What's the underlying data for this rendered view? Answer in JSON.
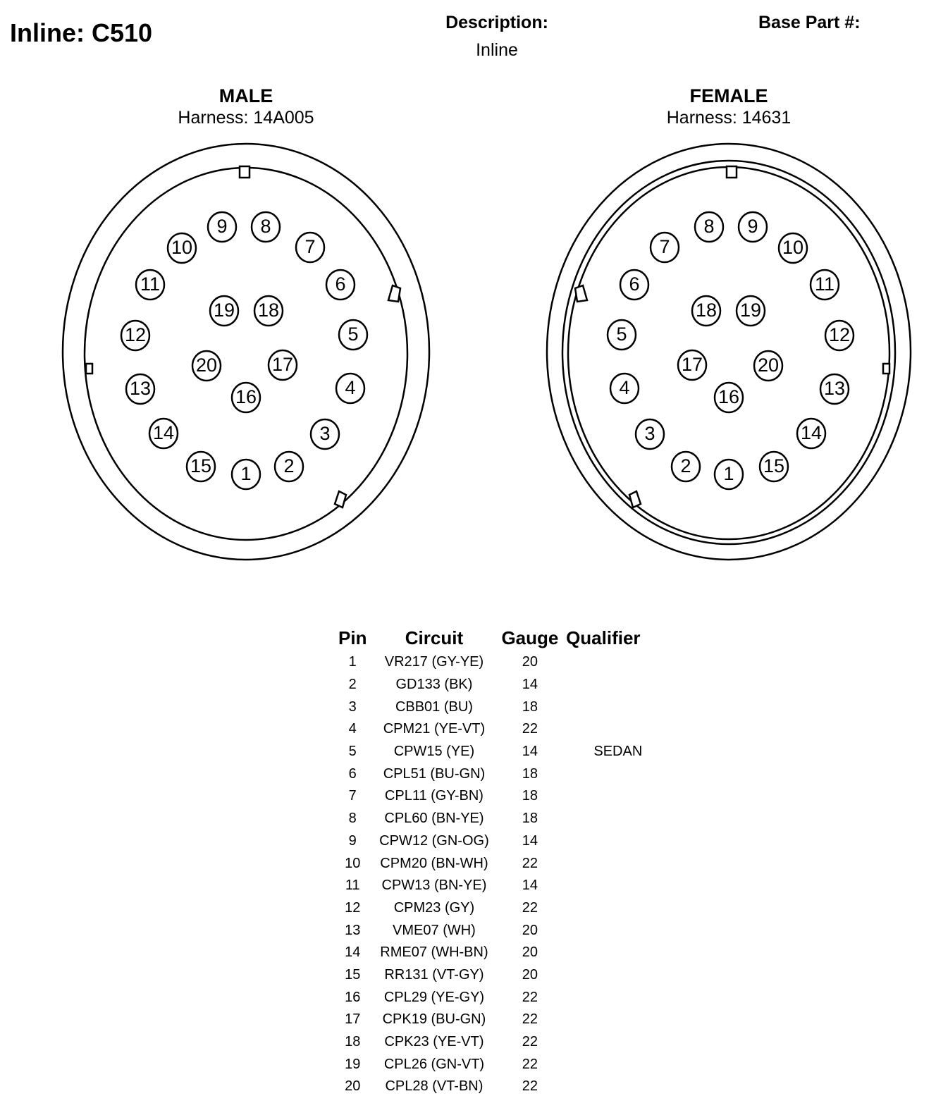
{
  "header": {
    "title": "Inline: C510",
    "description_label": "Description:",
    "description_value": "Inline",
    "base_part_label": "Base Part #:"
  },
  "connectors": [
    {
      "id": "male",
      "name": "MALE",
      "harness": "Harness: 14A005",
      "pins": [
        "1",
        "2",
        "3",
        "4",
        "5",
        "6",
        "7",
        "8",
        "9",
        "10",
        "11",
        "12",
        "13",
        "14",
        "15",
        "16",
        "17",
        "18",
        "19",
        "20"
      ]
    },
    {
      "id": "female",
      "name": "FEMALE",
      "harness": "Harness: 14631",
      "pins": [
        "1",
        "2",
        "3",
        "4",
        "5",
        "6",
        "7",
        "8",
        "9",
        "10",
        "11",
        "12",
        "13",
        "14",
        "15",
        "16",
        "17",
        "18",
        "19",
        "20"
      ]
    }
  ],
  "pin_table": {
    "columns": [
      "Pin",
      "Circuit",
      "Gauge",
      "Qualifier"
    ],
    "rows": [
      {
        "pin": "1",
        "circuit": "VR217 (GY-YE)",
        "gauge": "20",
        "qualifier": ""
      },
      {
        "pin": "2",
        "circuit": "GD133 (BK)",
        "gauge": "14",
        "qualifier": ""
      },
      {
        "pin": "3",
        "circuit": "CBB01 (BU)",
        "gauge": "18",
        "qualifier": ""
      },
      {
        "pin": "4",
        "circuit": "CPM21 (YE-VT)",
        "gauge": "22",
        "qualifier": ""
      },
      {
        "pin": "5",
        "circuit": "CPW15 (YE)",
        "gauge": "14",
        "qualifier": "SEDAN"
      },
      {
        "pin": "6",
        "circuit": "CPL51 (BU-GN)",
        "gauge": "18",
        "qualifier": ""
      },
      {
        "pin": "7",
        "circuit": "CPL11 (GY-BN)",
        "gauge": "18",
        "qualifier": ""
      },
      {
        "pin": "8",
        "circuit": "CPL60 (BN-YE)",
        "gauge": "18",
        "qualifier": ""
      },
      {
        "pin": "9",
        "circuit": "CPW12 (GN-OG)",
        "gauge": "14",
        "qualifier": ""
      },
      {
        "pin": "10",
        "circuit": "CPM20 (BN-WH)",
        "gauge": "22",
        "qualifier": ""
      },
      {
        "pin": "11",
        "circuit": "CPW13 (BN-YE)",
        "gauge": "14",
        "qualifier": ""
      },
      {
        "pin": "12",
        "circuit": "CPM23 (GY)",
        "gauge": "22",
        "qualifier": ""
      },
      {
        "pin": "13",
        "circuit": "VME07 (WH)",
        "gauge": "20",
        "qualifier": ""
      },
      {
        "pin": "14",
        "circuit": "RME07 (WH-BN)",
        "gauge": "20",
        "qualifier": ""
      },
      {
        "pin": "15",
        "circuit": "RR131 (VT-GY)",
        "gauge": "20",
        "qualifier": ""
      },
      {
        "pin": "16",
        "circuit": "CPL29 (YE-GY)",
        "gauge": "22",
        "qualifier": ""
      },
      {
        "pin": "17",
        "circuit": "CPK19 (BU-GN)",
        "gauge": "22",
        "qualifier": ""
      },
      {
        "pin": "18",
        "circuit": "CPK23 (YE-VT)",
        "gauge": "22",
        "qualifier": ""
      },
      {
        "pin": "19",
        "circuit": "CPL26 (GN-VT)",
        "gauge": "22",
        "qualifier": ""
      },
      {
        "pin": "20",
        "circuit": "CPL28 (VT-BN)",
        "gauge": "22",
        "qualifier": ""
      }
    ]
  }
}
